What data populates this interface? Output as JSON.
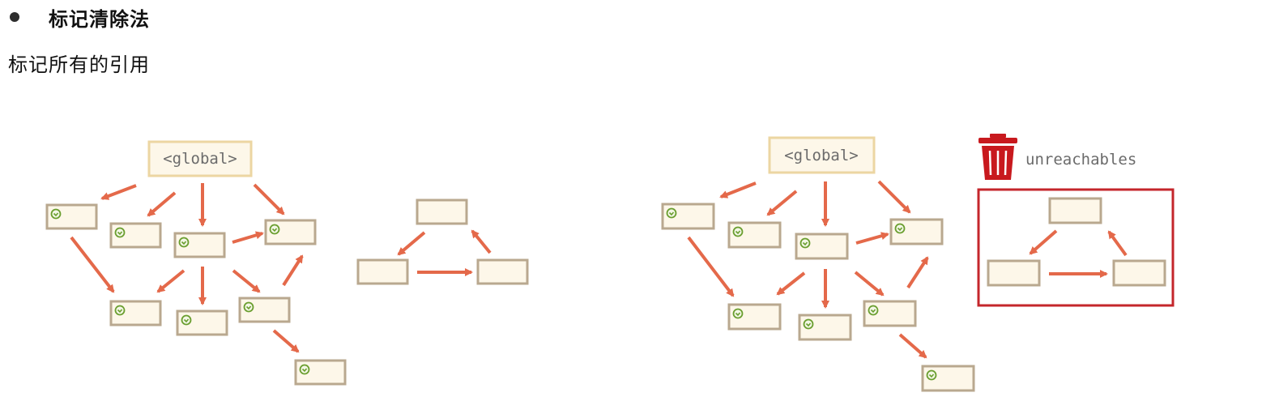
{
  "heading": "标记清除法",
  "paragraph": "标记所有的引用",
  "diagram_left": {
    "global_label": "<global>"
  },
  "diagram_right": {
    "global_label": "<global>",
    "trash_label": "unreachables"
  },
  "colors": {
    "node_fill": "#fdf7e9",
    "node_border": "#b9a88f",
    "global_border": "#ecd6a2",
    "arrow": "#e4694a",
    "marker_green": "#6a9e2f",
    "trash_red": "#c8191e",
    "unreachable_frame": "#c4262b"
  }
}
